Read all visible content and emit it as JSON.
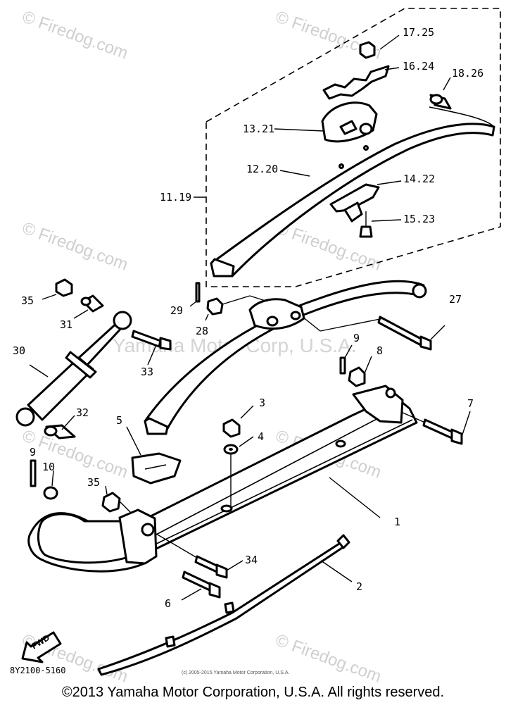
{
  "watermarks": {
    "site": "© Firedog.com",
    "center": "Yamaha Motor Corp, U.S.A."
  },
  "callouts": {
    "c1": "1",
    "c2": "2",
    "c3": "3",
    "c4": "4",
    "c5": "5",
    "c6": "6",
    "c7": "7",
    "c8": "8",
    "c9a": "9",
    "c9b": "9",
    "c10": "10",
    "c11": "11.19",
    "c12": "12.20",
    "c13": "13.21",
    "c14": "14.22",
    "c15": "15.23",
    "c16": "16.24",
    "c17": "17.25",
    "c18": "18.26",
    "c27": "27",
    "c28": "28",
    "c29": "29",
    "c30": "30",
    "c31": "31",
    "c32": "32",
    "c33": "33",
    "c34": "34",
    "c35a": "35",
    "c35b": "35"
  },
  "fwd_label": "FWD",
  "drawing_code": "8Y2100-5160",
  "small_copyright": "(c) 2005-2015 Yamaha Motor Corporation, U.S.A.",
  "copyright": "©2013 Yamaha Motor Corporation, U.S.A. All rights reserved."
}
